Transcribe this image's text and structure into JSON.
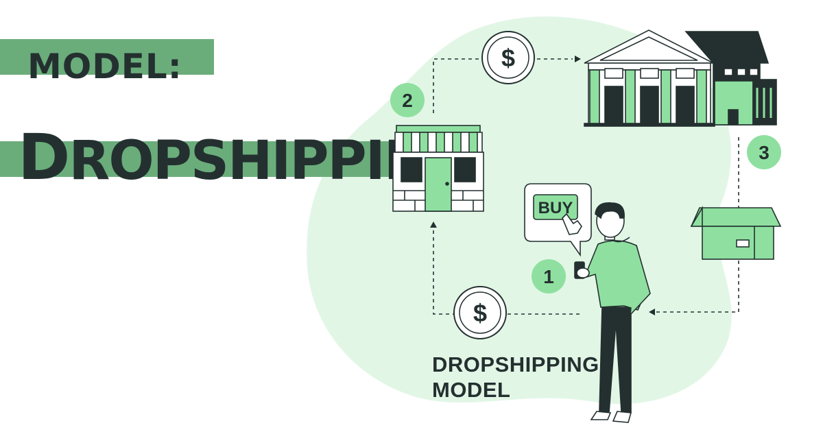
{
  "title": {
    "line1": "MODEL:",
    "line2_first": "D",
    "line2_rest": "ROPSHIPPING"
  },
  "caption": {
    "line1": "DROPSHIPPING",
    "line2": "MODEL"
  },
  "steps": [
    "1",
    "2",
    "3"
  ],
  "payment_symbol": "$",
  "buy_button_label": "BUY",
  "colors": {
    "accent_green": "#6aad7b",
    "light_green": "#e2f6e6",
    "bright_green": "#8fe0a0",
    "dark": "#243030"
  }
}
